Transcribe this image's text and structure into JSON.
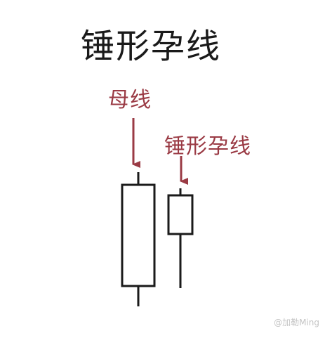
{
  "title": "锤形孕线",
  "labels": {
    "mother": "母线",
    "harami": "锤形孕线"
  },
  "watermark": "@加勒Ming",
  "colors": {
    "ink": "#1a1a1a",
    "annotation": "#9a3a44",
    "watermark": "#c4c4c4"
  }
}
